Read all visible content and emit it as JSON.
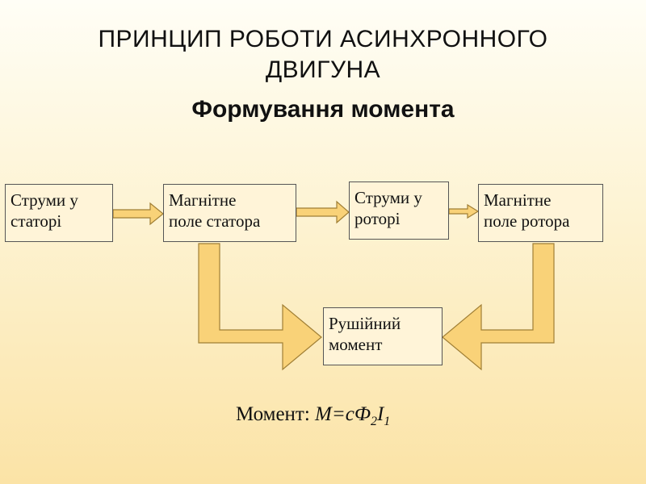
{
  "title": {
    "line1": "ПРИНЦИП РОБОТИ АСИНХРОННОГО",
    "line2": "ДВИГУНА",
    "subtitle": "Формування момента"
  },
  "blocks": {
    "stator_currents": "Струми у\nстаторі",
    "stator_field": "Магнітне\nполе статора",
    "rotor_currents": "Струми у\nроторі",
    "rotor_field": "Магнітне\nполе ротора",
    "torque": "Рушійний\nмомент"
  },
  "formula": {
    "label": "Момент:",
    "lhs": "M=cФ",
    "sub1": "2",
    "var": "I",
    "sub2": "1"
  },
  "colors": {
    "arrow_fill": "#f9d278",
    "arrow_stroke": "#a07f35",
    "box_fill": "#fff4d8"
  }
}
